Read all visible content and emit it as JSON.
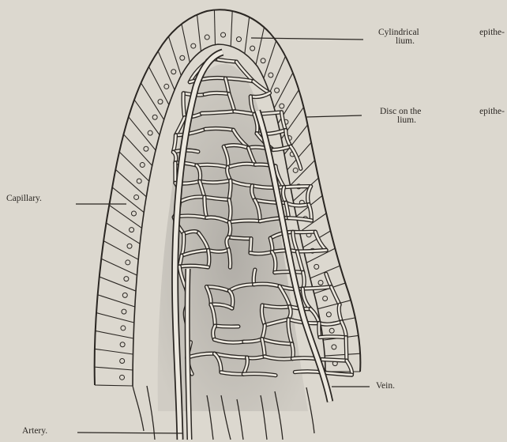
{
  "labels": {
    "cylindrical": {
      "line1_a": "Cylindrical",
      "line1_b": "epithe-",
      "line2": "lium."
    },
    "disc": {
      "line1_a": "Disc on the",
      "line1_b": "epithe-",
      "line2": "lium."
    },
    "capillary": "Capillary.",
    "vein": "Vein.",
    "artery": "Artery."
  },
  "colors": {
    "paper": "#dcd8cf",
    "ink": "#2a2622",
    "vessel_fill": "#ece8df",
    "core_shade": "#8d8a86"
  }
}
